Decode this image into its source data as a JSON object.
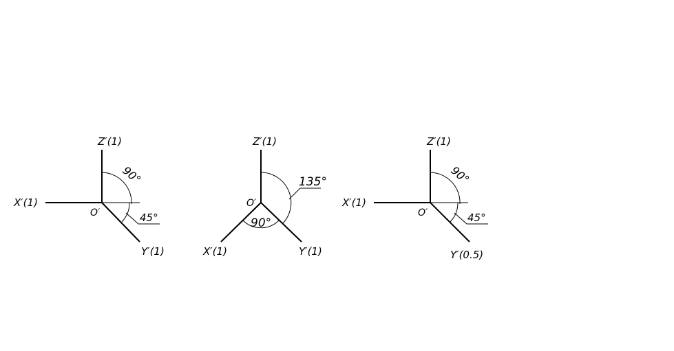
{
  "diagram_1": {
    "z_label": "Z′(1)",
    "x_label": "X′(1)",
    "y_label": "Y′(1)",
    "origin_label": "O′",
    "angle_zx": "90°",
    "angle_y": "45°"
  },
  "diagram_2": {
    "z_label": "Z′(1)",
    "x_label": "X′(1)",
    "y_label": "Y′(1)",
    "origin_label": "O′",
    "angle_zy": "135°",
    "angle_xy": "90°"
  },
  "diagram_3": {
    "z_label": "Z′(1)",
    "x_label": "X′(1)",
    "y_label": "Y′(0.5)",
    "origin_label": "O′",
    "angle_zx": "90°",
    "angle_y": "45°"
  }
}
